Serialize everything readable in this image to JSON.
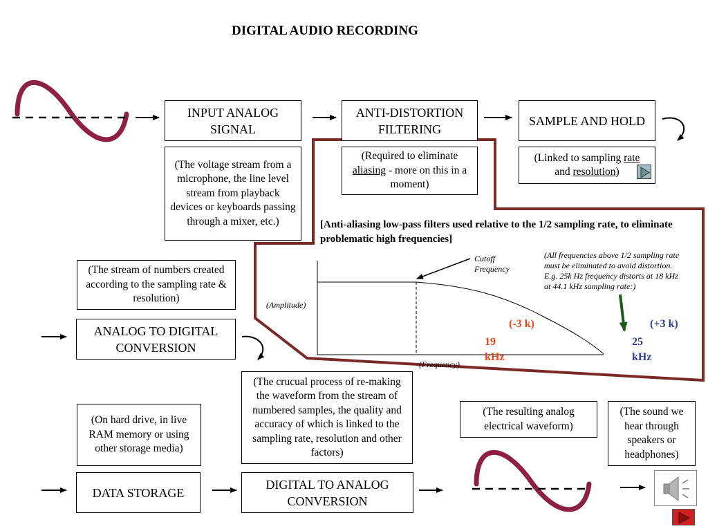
{
  "title": "DIGITAL AUDIO RECORDING",
  "colors": {
    "wave": "#8e1f46",
    "frame": "#7a2a26",
    "green_arrow": "#1c5a1c",
    "red_button": "#d21f1f",
    "play_button": "#9fbcc2"
  },
  "stages": {
    "input": "INPUT ANALOG SIGNAL",
    "filter": "ANTI-DISTORTION FILTERING",
    "sample": "SAMPLE AND HOLD",
    "adc": "ANALOG TO DIGITAL CONVERSION",
    "storage": "DATA STORAGE",
    "dac": "DIGITAL TO ANALOG CONVERSION"
  },
  "notes": {
    "input": "(The voltage stream from a microphone, the line level stream from playback devices or keyboards passing through a mixer, etc.)",
    "filter_pre": "(Required to eliminate ",
    "filter_link": "aliasing",
    "filter_post": " - more on this in a moment)",
    "sample_pre": "(Linked to sampling ",
    "sample_link1": "rate",
    "sample_mid": " and ",
    "sample_link2": "resolution",
    "sample_post": ")",
    "adc": "(The stream of numbers created according to the sampling rate & resolution)",
    "storage": "(On hard drive, in live RAM memory or using other storage media)",
    "dac": "(The crucual process of re-making the waveform from the stream of numbered samples, the quality and accuracy of which is linked to the sampling rate, resolution and other factors)",
    "analog_out": "(The resulting analog electrical waveform)",
    "speakers": "(The sound we hear through speakers or headphones)"
  },
  "filter_panel": {
    "heading": "[Anti-aliasing low-pass filters used relative to the 1/2 sampling rate, to eliminate problematic high frequencies]",
    "cutoff_label": "Cutoff Frequency",
    "amplitude_label": "(Amplitude)",
    "frequency_label": "(Frequency)",
    "note_line1": "(All frequencies above 1/2 sampling rate must be eliminated to avoid distortion.",
    "note_line2": "E.g. 25k Hz frequency distorts at 18 kHz",
    "note_line3": "at 44.1 kHz sampling rate:)",
    "minus_label": "(-3 k)",
    "plus_label": "(+3 k)",
    "low_freq": "19 kHz",
    "high_freq": "25 kHz"
  },
  "icons": [
    "sine-wave-icon",
    "arrow-right-icon",
    "curved-arrow-icon",
    "play-icon",
    "speaker-icon",
    "next-slide-icon"
  ]
}
